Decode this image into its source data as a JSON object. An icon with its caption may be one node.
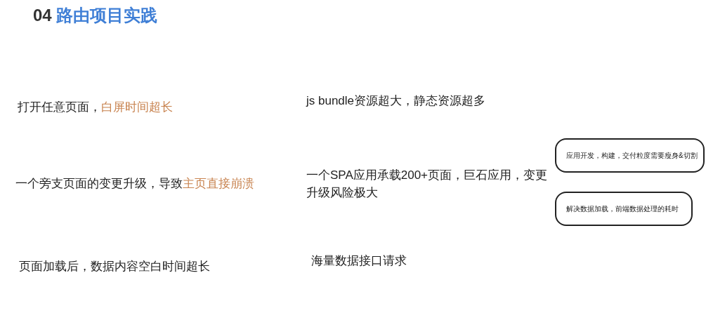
{
  "diagram": {
    "title": "**04** 路由项目实践",
    "nodes": [
      {
        "text": [
          "应用开发，构建，交付粒度需要瘦身&切割"
        ]
      },
      {
        "text": [
          "解决数据加载，前端数据处理的耗时"
        ]
      }
    ],
    "labels": [
      "打开任意页面，**白屏时间超长**",
      "js bundle资源超大，静态资源超多",
      "一个旁支页面的变更升级，导致**主页直接崩溃**",
      "一个SPA应用承载200+页面，巨石应用，变更升级风险极大",
      "页面加载后，数据内容空白时间超长",
      "海量数据接口请求"
    ]
  }
}
